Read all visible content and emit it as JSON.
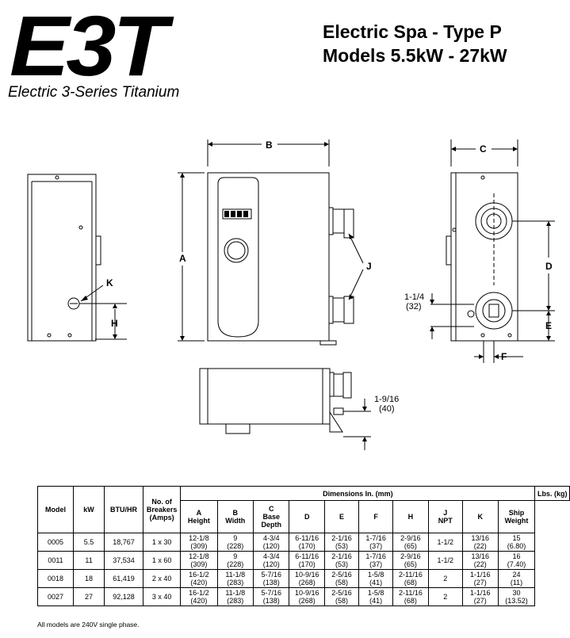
{
  "header": {
    "logo": "E3T",
    "logo_subtitle": "Electric 3-Series Titanium",
    "title_line1": "Electric Spa - Type P",
    "title_line2": "Models 5.5kW - 27kW"
  },
  "drawing_labels": {
    "A": "A",
    "B": "B",
    "C": "C",
    "D": "D",
    "E": "E",
    "F": "F",
    "H": "H",
    "J": "J",
    "K": "K",
    "offset_small_in": "1-1/4",
    "offset_small_mm": "(32)",
    "offset_bottom_in": "1-9/16",
    "offset_bottom_mm": "(40)"
  },
  "table": {
    "group_header": "Dimensions In. (mm)",
    "weight_header": "Lbs. (kg)",
    "columns": {
      "model": "Model",
      "kw": "kW",
      "btu": "BTU/HR",
      "breakers_l1": "No. of",
      "breakers_l2": "Breakers",
      "breakers_l3": "(Amps)",
      "a_l1": "A",
      "a_l2": "Height",
      "b_l1": "B",
      "b_l2": "Width",
      "c_l1": "C",
      "c_l2": "Base",
      "c_l3": "Depth",
      "d": "D",
      "e": "E",
      "f": "F",
      "h": "H",
      "j_l1": "J",
      "j_l2": "NPT",
      "k": "K",
      "w_l1": "Ship",
      "w_l2": "Weight"
    },
    "rows": [
      {
        "model": "0005",
        "kw": "5.5",
        "btu": "18,767",
        "breakers": "1 x 30",
        "a_in": "12-1/8",
        "a_mm": "(309)",
        "b_in": "9",
        "b_mm": "(228)",
        "c_in": "4-3/4",
        "c_mm": "(120)",
        "d_in": "6-11/16",
        "d_mm": "(170)",
        "e_in": "2-1/16",
        "e_mm": "(53)",
        "f_in": "1-7/16",
        "f_mm": "(37)",
        "h_in": "2-9/16",
        "h_mm": "(65)",
        "j": "1-1/2",
        "k_in": "13/16",
        "k_mm": "(22)",
        "w_lb": "15",
        "w_kg": "(6.80)"
      },
      {
        "model": "0011",
        "kw": "11",
        "btu": "37,534",
        "breakers": "1 x 60",
        "a_in": "12-1/8",
        "a_mm": "(309)",
        "b_in": "9",
        "b_mm": "(228)",
        "c_in": "4-3/4",
        "c_mm": "(120)",
        "d_in": "6-11/16",
        "d_mm": "(170)",
        "e_in": "2-1/16",
        "e_mm": "(53)",
        "f_in": "1-7/16",
        "f_mm": "(37)",
        "h_in": "2-9/16",
        "h_mm": "(65)",
        "j": "1-1/2",
        "k_in": "13/16",
        "k_mm": "(22)",
        "w_lb": "16",
        "w_kg": "(7.40)"
      },
      {
        "model": "0018",
        "kw": "18",
        "btu": "61,419",
        "breakers": "2 x 40",
        "a_in": "16-1/2",
        "a_mm": "(420)",
        "b_in": "11-1/8",
        "b_mm": "(283)",
        "c_in": "5-7/16",
        "c_mm": "(138)",
        "d_in": "10-9/16",
        "d_mm": "(268)",
        "e_in": "2-5/16",
        "e_mm": "(58)",
        "f_in": "1-5/8",
        "f_mm": "(41)",
        "h_in": "2-11/16",
        "h_mm": "(68)",
        "j": "2",
        "k_in": "1-1/16",
        "k_mm": "(27)",
        "w_lb": "24",
        "w_kg": "(11)"
      },
      {
        "model": "0027",
        "kw": "27",
        "btu": "92,128",
        "breakers": "3 x 40",
        "a_in": "16-1/2",
        "a_mm": "(420)",
        "b_in": "11-1/8",
        "b_mm": "(283)",
        "c_in": "5-7/16",
        "c_mm": "(138)",
        "d_in": "10-9/16",
        "d_mm": "(268)",
        "e_in": "2-5/16",
        "e_mm": "(58)",
        "f_in": "1-5/8",
        "f_mm": "(41)",
        "h_in": "2-11/16",
        "h_mm": "(68)",
        "j": "2",
        "k_in": "1-1/16",
        "k_mm": "(27)",
        "w_lb": "30",
        "w_kg": "(13.52)"
      }
    ]
  },
  "footnote": "All models are 240V single phase."
}
